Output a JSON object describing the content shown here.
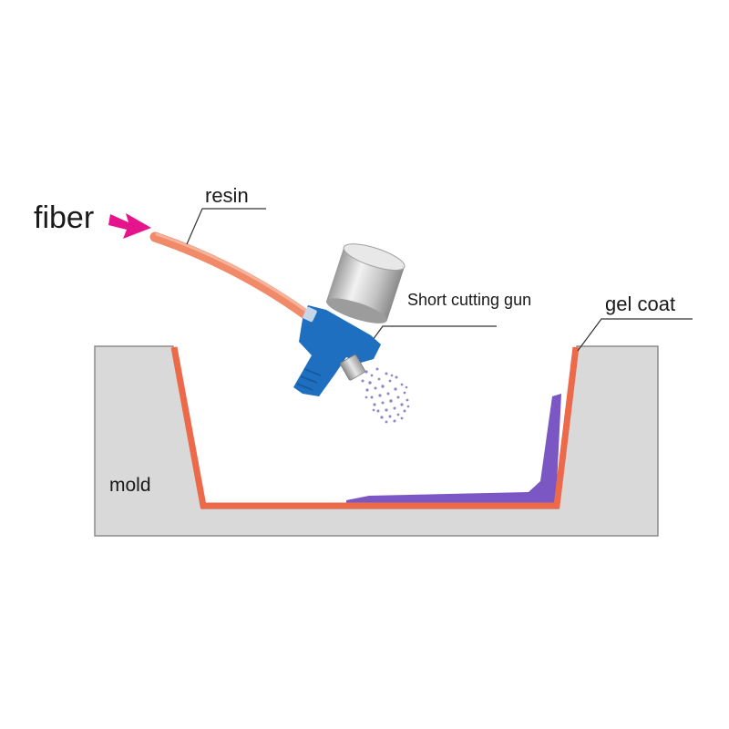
{
  "labels": {
    "fiber": "fiber",
    "resin": "resin",
    "gun": "Short cutting gun",
    "gel_coat": "gel coat",
    "mold": "mold"
  },
  "colors": {
    "mold_fill": "#d9d9d9",
    "mold_stroke": "#8c8c8c",
    "gel_coat": "#ec6a4a",
    "laminate": "#7b57c4",
    "resin_hose": "#f08a68",
    "fiber_arrow": "#e6148c",
    "gun_body": "#1e6fc0",
    "canister": "#c8c8c8",
    "spray": "#8d86c8"
  },
  "icons": {
    "fiber_arrow": "fiber-arrow-icon",
    "spray_gun": "spray-gun-icon",
    "spray": "spray-particles-icon"
  }
}
